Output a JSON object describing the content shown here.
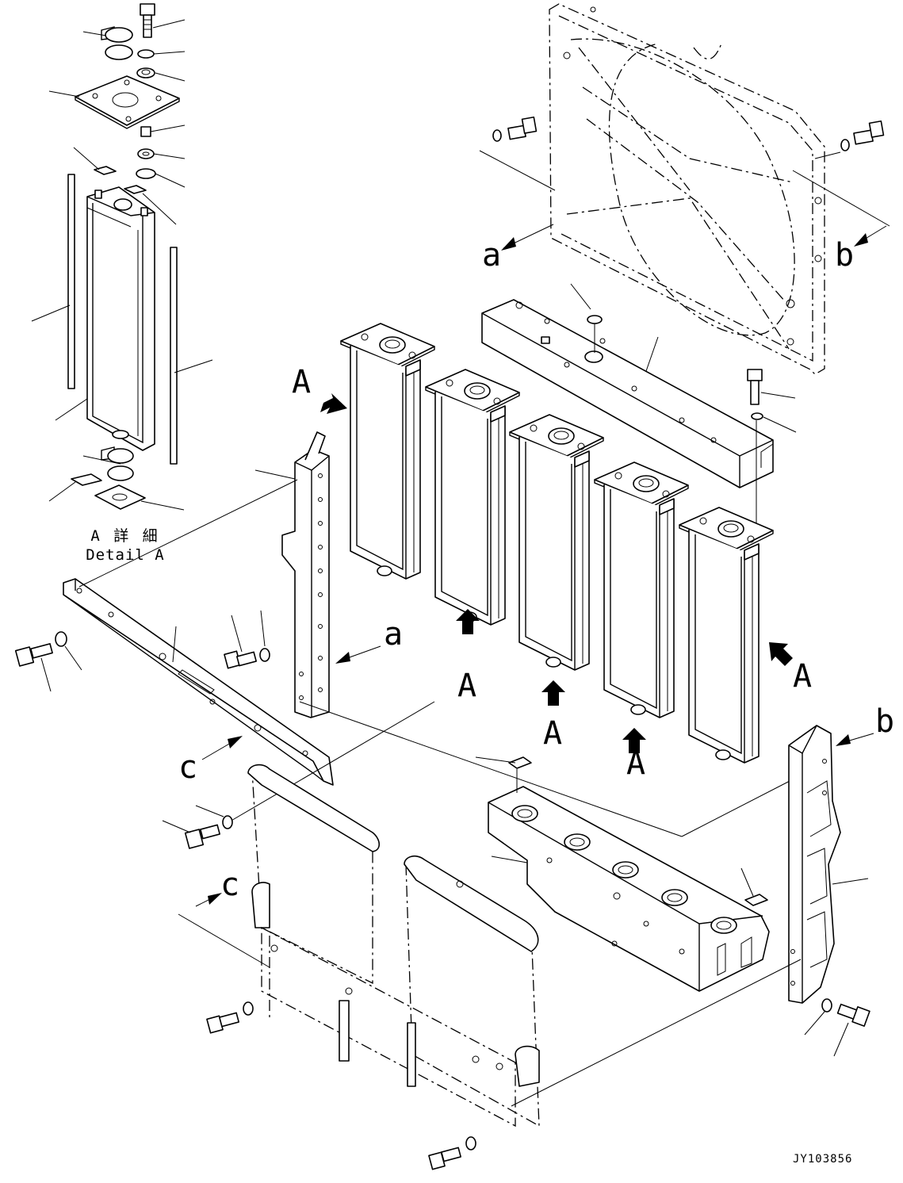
{
  "labels": {
    "A1": "A",
    "A2": "A",
    "A3": "A",
    "A4": "A",
    "A5": "A",
    "a1": "a",
    "a2": "a",
    "b1": "b",
    "b2": "b",
    "c1": "c",
    "c2": "c"
  },
  "detail": {
    "jp": "A 詳 細",
    "en": "Detail A"
  },
  "drawing_code": "JY103856"
}
